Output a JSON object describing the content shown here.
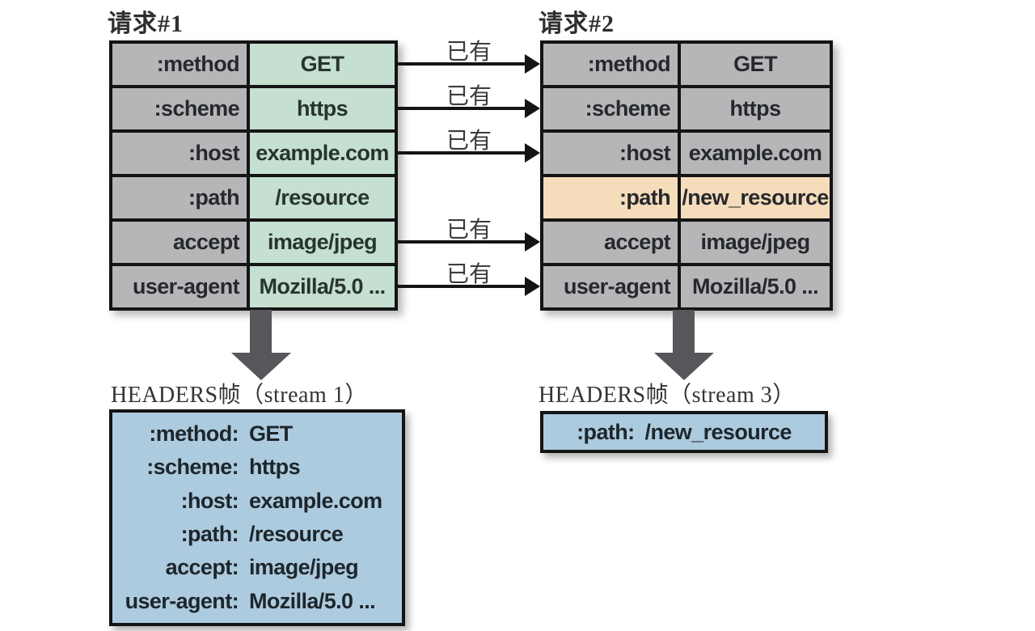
{
  "request1": {
    "title": "请求#1",
    "rows": [
      {
        "name": ":method",
        "value": "GET"
      },
      {
        "name": ":scheme",
        "value": "https"
      },
      {
        "name": ":host",
        "value": "example.com"
      },
      {
        "name": ":path",
        "value": "/resource"
      },
      {
        "name": "accept",
        "value": "image/jpeg"
      },
      {
        "name": "user-agent",
        "value": "Mozilla/5.0 ..."
      }
    ]
  },
  "request2": {
    "title": "请求#2",
    "highlighted_header": ":path",
    "rows": [
      {
        "name": ":method",
        "value": "GET"
      },
      {
        "name": ":scheme",
        "value": "https"
      },
      {
        "name": ":host",
        "value": "example.com"
      },
      {
        "name": ":path",
        "value": "/new_resource"
      },
      {
        "name": "accept",
        "value": "image/jpeg"
      },
      {
        "name": "user-agent",
        "value": "Mozilla/5.0 ..."
      }
    ]
  },
  "arrows": {
    "label": "已有",
    "count": 5
  },
  "frame1": {
    "title": "HEADERS帧（stream 1）",
    "lines": [
      {
        "name": ":method:",
        "value": "GET"
      },
      {
        "name": ":scheme:",
        "value": "https"
      },
      {
        "name": ":host:",
        "value": "example.com"
      },
      {
        "name": ":path:",
        "value": "/resource"
      },
      {
        "name": "accept:",
        "value": "image/jpeg"
      },
      {
        "name": "user-agent:",
        "value": "Mozilla/5.0 ..."
      }
    ]
  },
  "frame2": {
    "title": "HEADERS帧（stream 3）",
    "lines": [
      {
        "name": ":path:",
        "value": "/new_resource"
      }
    ]
  },
  "colors": {
    "header_name_bg": "#b6b6b8",
    "request1_value_bg": "#c5dfd1",
    "highlight_bg": "#f5dcbb",
    "frame_bg": "#adcbdf",
    "big_arrow": "#56575a",
    "border": "#141414"
  }
}
